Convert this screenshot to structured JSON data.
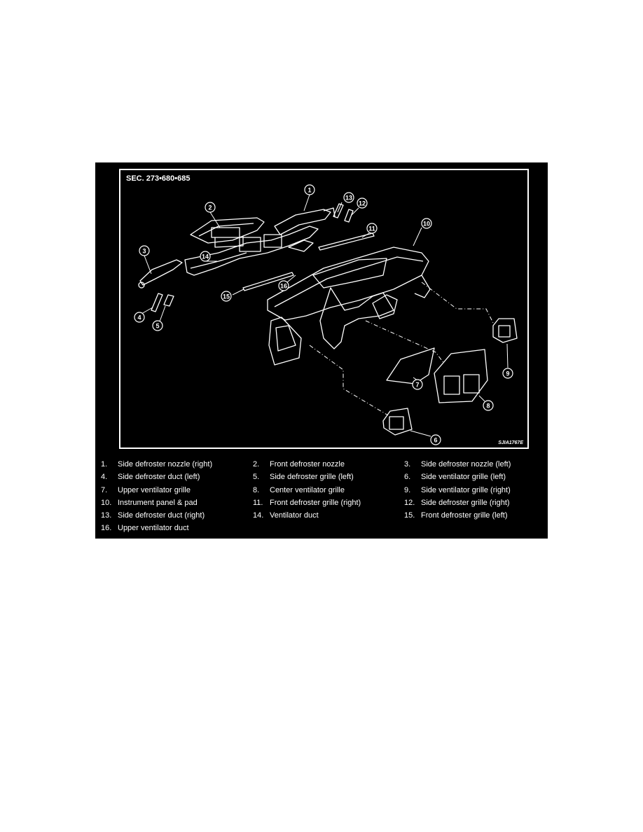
{
  "figure": {
    "section_label": "SEC. 273•680•685",
    "figure_code": "SJIA1767E",
    "callouts": [
      "1",
      "2",
      "3",
      "4",
      "5",
      "6",
      "7",
      "8",
      "9",
      "10",
      "11",
      "12",
      "13",
      "14",
      "15",
      "16"
    ]
  },
  "legend": [
    [
      {
        "num": "1.",
        "text": "Side defroster nozzle (right)"
      },
      {
        "num": "2.",
        "text": "Front defroster nozzle"
      },
      {
        "num": "3.",
        "text": "Side defroster nozzle (left)"
      }
    ],
    [
      {
        "num": "4.",
        "text": "Side defroster duct (left)"
      },
      {
        "num": "5.",
        "text": "Side defroster grille (left)"
      },
      {
        "num": "6.",
        "text": "Side ventilator grille (left)"
      }
    ],
    [
      {
        "num": "7.",
        "text": "Upper ventilator grille"
      },
      {
        "num": "8.",
        "text": "Center ventilator grille"
      },
      {
        "num": "9.",
        "text": "Side ventilator grille (right)"
      }
    ],
    [
      {
        "num": "10.",
        "text": "Instrument panel & pad"
      },
      {
        "num": "11.",
        "text": "Front defroster grille (right)"
      },
      {
        "num": "12.",
        "text": "Side defroster grille (right)"
      }
    ],
    [
      {
        "num": "13.",
        "text": "Side defroster duct (right)"
      },
      {
        "num": "14.",
        "text": "Ventilator duct"
      },
      {
        "num": "15.",
        "text": "Front defroster grille (left)"
      }
    ],
    [
      {
        "num": "16.",
        "text": "Upper ventilator duct"
      }
    ]
  ]
}
